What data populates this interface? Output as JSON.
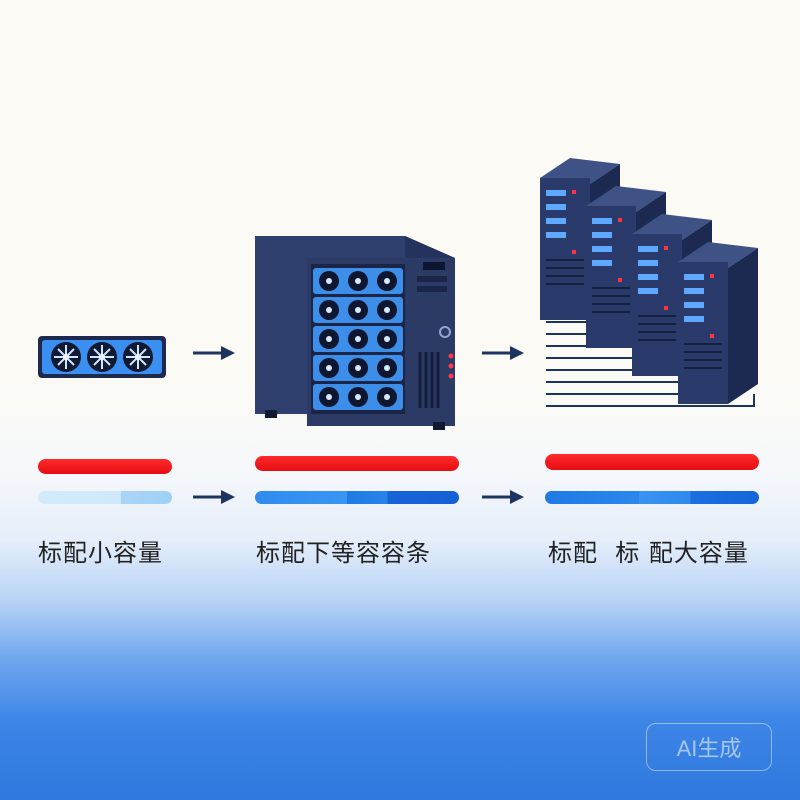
{
  "stages": [
    {
      "label": "标配小容量",
      "icon": "gpu-card-icon"
    },
    {
      "label": "标配下等容容条",
      "icon": "server-tower-icon"
    },
    {
      "label": "标配  标 配大容量",
      "icon": "server-racks-icon"
    }
  ],
  "watermark": "AI生成",
  "colors": {
    "red_bar": "#e50d12",
    "blue_bar": "#1f7ae6",
    "light_blue_bar": "#bfe0f8",
    "server_body": "#2c3a66"
  }
}
